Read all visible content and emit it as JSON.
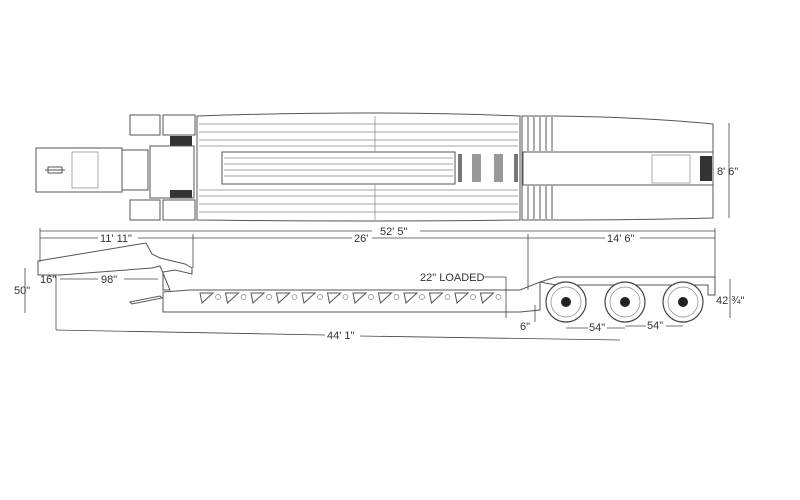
{
  "drawing": {
    "title": "Lowboy trailer dimension drawing",
    "top_view": {
      "width_label": "8' 6\""
    },
    "dimensions": {
      "overall_length": "52' 5\"",
      "gooseneck_length": "11' 11\"",
      "deck_length": "26'",
      "rear_length": "14' 6\"",
      "gooseneck_height": "50\"",
      "kingpin_setback": "16\"",
      "swing_clearance": "98\"",
      "deck_height": "22\" LOADED",
      "ground_clearance": "6\"",
      "axle_spread_1": "54\"",
      "axle_spread_2": "54\"",
      "rear_deck_height": "42 ¾\"",
      "kingpin_to_axle": "44' 1\""
    }
  }
}
